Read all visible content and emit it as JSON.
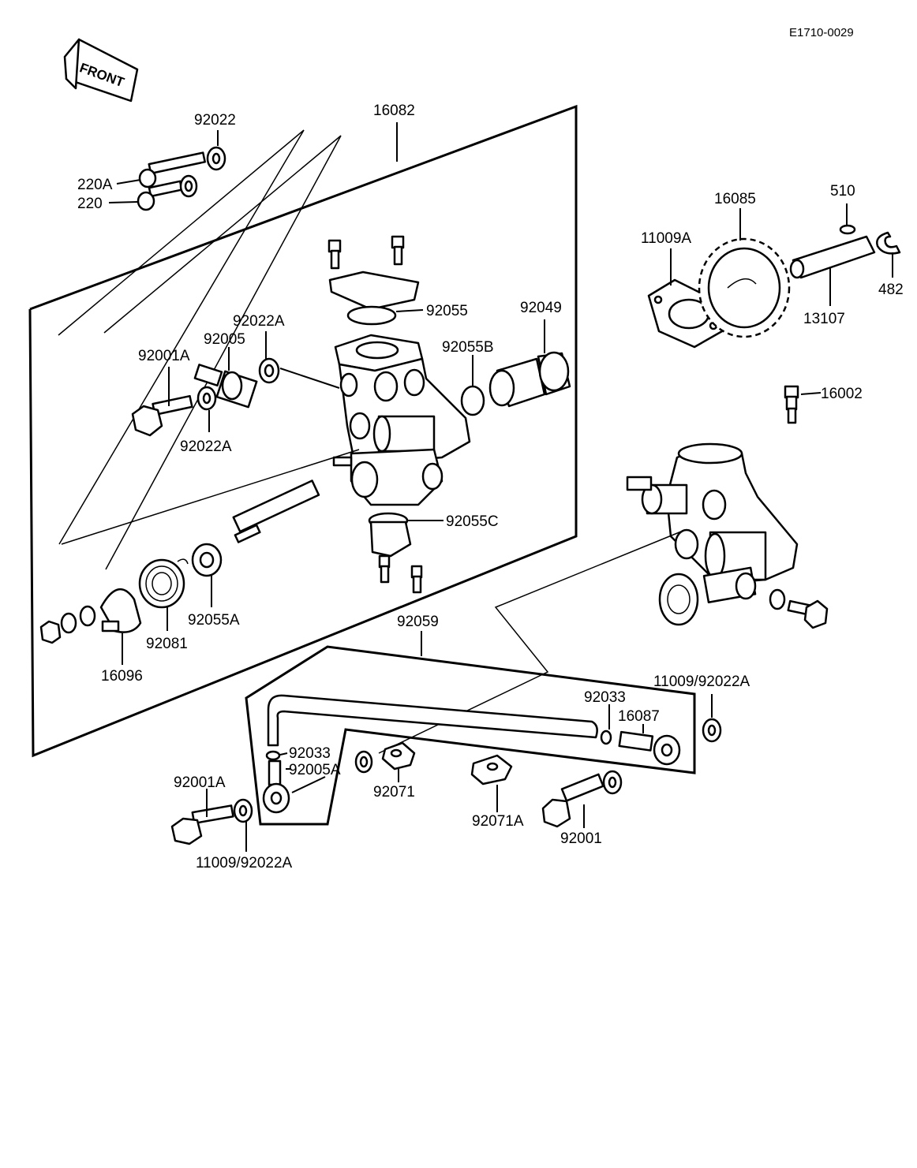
{
  "document": {
    "reference_code": "E1710-0029",
    "direction_label": "FRONT"
  },
  "labels": {
    "l92022": "92022",
    "l16082": "16082",
    "l220A": "220A",
    "l220": "220",
    "l16085": "16085",
    "l510": "510",
    "l11009A": "11009A",
    "l482": "482",
    "l13107": "13107",
    "l92055": "92055",
    "l92049": "92049",
    "l92022A_top": "92022A",
    "l92005": "92005",
    "l92001A_top": "92001A",
    "l92055B": "92055B",
    "l92022A_mid": "92022A",
    "l16002": "16002",
    "l92055C": "92055C",
    "l92055A": "92055A",
    "l92081": "92081",
    "l16096": "16096",
    "l92059": "92059",
    "l11009_92022A_right": "11009/92022A",
    "l92033_right": "92033",
    "l16087": "16087",
    "l92033_left": "92033",
    "l92005A": "92005A",
    "l92001A_bottom": "92001A",
    "l92071": "92071",
    "l92071A": "92071A",
    "l92001": "92001",
    "l11009_92022A_bottom": "11009/92022A"
  }
}
